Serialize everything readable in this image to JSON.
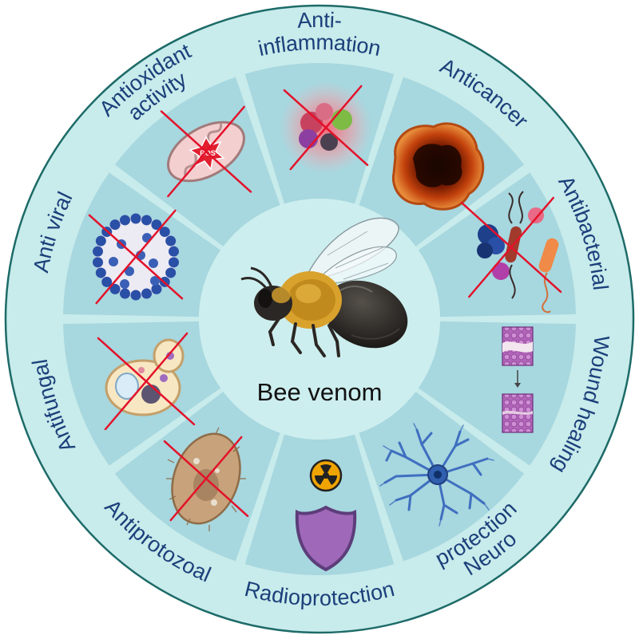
{
  "center": {
    "label": "Bee venom"
  },
  "segments": [
    {
      "id": "anti-inflammation",
      "label_lines": [
        "Anti-",
        "inflammation"
      ],
      "icon": "inflammatory-cells-icon",
      "crossed": true
    },
    {
      "id": "anticancer",
      "label_lines": [
        "Anticancer"
      ],
      "icon": "tumor-icon",
      "crossed": false
    },
    {
      "id": "antibacterial",
      "label_lines": [
        "Antibacterial"
      ],
      "icon": "bacteria-icon",
      "crossed": true
    },
    {
      "id": "wound-healing",
      "label_lines": [
        "Wound healing"
      ],
      "icon": "skin-tissue-icon",
      "crossed": false
    },
    {
      "id": "neuroprotection",
      "label_lines": [
        "Neuro",
        "protection"
      ],
      "icon": "neuron-icon",
      "crossed": false
    },
    {
      "id": "radioprotection",
      "label_lines": [
        "Radioprotection"
      ],
      "icon": "radiation-shield-icon",
      "crossed": false
    },
    {
      "id": "antiprotozoal",
      "label_lines": [
        "Antiprotozoal"
      ],
      "icon": "protozoa-icon",
      "crossed": true
    },
    {
      "id": "antifungal",
      "label_lines": [
        "Antifungal"
      ],
      "icon": "fungal-cell-icon",
      "crossed": true
    },
    {
      "id": "antiviral",
      "label_lines": [
        "Anti viral"
      ],
      "icon": "virus-icon",
      "crossed": true
    },
    {
      "id": "antioxidant",
      "label_lines": [
        "Antioxidant",
        "activity"
      ],
      "icon": "mitochondria-ros-icon",
      "crossed": true
    }
  ],
  "icon_texts": {
    "ros": "ROS"
  },
  "colors": {
    "outer_ring": "#c8ebeb",
    "outer_border": "#1d6b68",
    "segment": "#a7d7df",
    "separator": "#cdeeee",
    "center": "#cdeeee",
    "label": "#1b3f7a",
    "cross": "#e3122a"
  }
}
